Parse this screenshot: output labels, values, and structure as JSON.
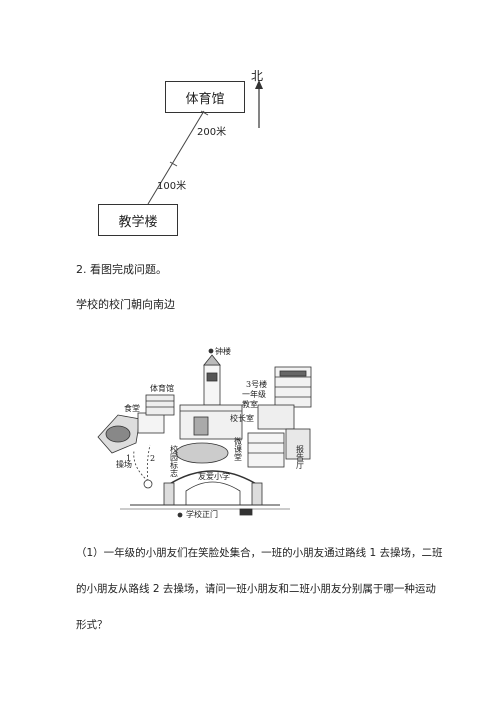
{
  "diagram": {
    "building_top": "体育馆",
    "building_bottom": "教学楼",
    "north": "北",
    "dist_upper": "200米",
    "dist_lower": "100米"
  },
  "question2": {
    "heading": "2. 看图完成问题。",
    "intro": "学校的校门朝向南边",
    "map_labels": {
      "bell_tower": "钟楼",
      "gym": "体育馆",
      "building3": "3号楼",
      "grade1": "一年级",
      "classroom": "教室",
      "canteen": "食堂",
      "principal": "校长室",
      "school_sign": "校园标志",
      "micro_class": "微课堂",
      "report_hall": "报告厅",
      "playground": "操场",
      "path1": "1",
      "path2": "2",
      "gate_sign": "友爱小学",
      "gate": "学校正门"
    },
    "sub1_line1": "（1）一年级的小朋友们在笑脸处集合，一班的小朋友通过路线 1 去操场，二班",
    "sub1_line2": "的小朋友从路线 2 去操场，请问一班小朋友和二班小朋友分别属于哪一种运动",
    "sub1_line3": "形式？"
  }
}
